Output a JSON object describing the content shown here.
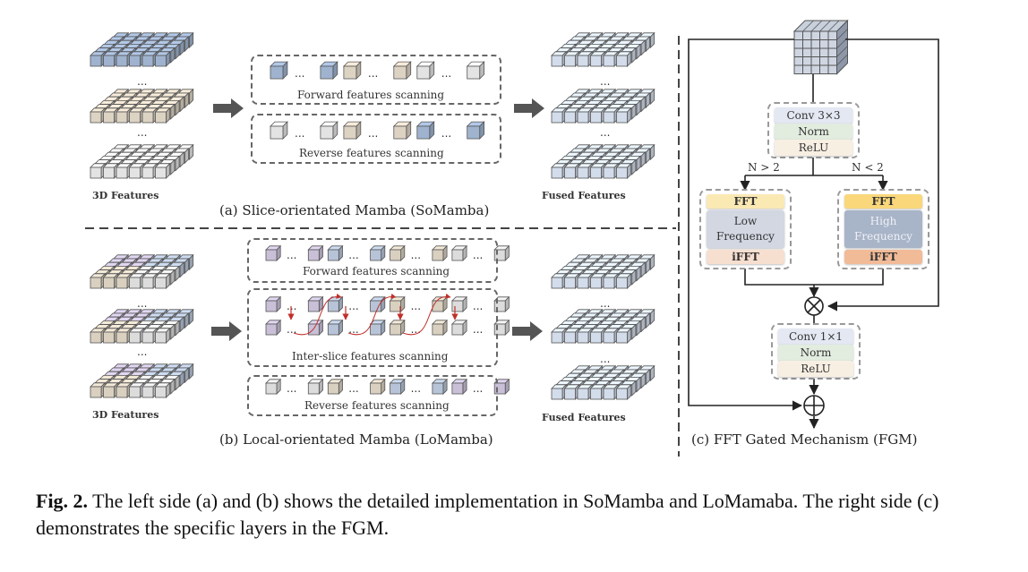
{
  "panel_a": {
    "input_label": "3D Features",
    "output_label": "Fused Features",
    "title": "(a) Slice-orientated Mamba (SoMamba)",
    "forward_label": "Forward features scanning",
    "reverse_label": "Reverse features scanning",
    "ellipsis": "...",
    "slice_colors": [
      "#9fb3cf",
      "#ddd3c3",
      "#e3e3e3"
    ],
    "forward_sequence": [
      "#9fb3cf",
      "...",
      "#9fb3cf",
      "#ddd3c3",
      "...",
      "#ddd3c3",
      "#e3e3e3",
      "...",
      "#e3e3e3"
    ],
    "reverse_sequence": [
      "#e3e3e3",
      "...",
      "#e3e3e3",
      "#ddd3c3",
      "...",
      "#ddd3c3",
      "#9fb3cf",
      "...",
      "#9fb3cf"
    ]
  },
  "panel_b": {
    "input_label": "3D Features",
    "output_label": "Fused Features",
    "title": "(b) Local-orientated Mamba (LoMamba)",
    "forward_label": "Forward features scanning",
    "interslice_label": "Inter-slice features scanning",
    "reverse_label": "Reverse features scanning",
    "forward_sequence": [
      "#c9c0d8",
      "...",
      "#c9c0d8",
      "#b7c4d8",
      "...",
      "#b7c4d8",
      "#d9d0c0",
      "...",
      "#d9d0c0",
      "#dcdcdc",
      "...",
      "#dcdcdc"
    ],
    "reverse_sequence": [
      "#dcdcdc",
      "...",
      "#dcdcdc",
      "#d9d0c0",
      "...",
      "#d9d0c0",
      "#b7c4d8",
      "...",
      "#b7c4d8",
      "#c9c0d8",
      "...",
      "#c9c0d8"
    ],
    "arrow_color": "#c0302b"
  },
  "panel_c": {
    "title": "(c) FFT Gated Mechanism (FGM)",
    "block1": [
      "Conv 3×3",
      "Norm",
      "ReLU"
    ],
    "block2": [
      "Conv 1×1",
      "Norm",
      "ReLU"
    ],
    "branch_left_condition": "N > 2",
    "branch_right_condition": "N < 2",
    "left_branch": {
      "fft": "FFT",
      "body": [
        "Low",
        "Frequency"
      ],
      "ifft": "iFFT"
    },
    "right_branch": {
      "fft": "FFT",
      "body": [
        "High",
        "Frequency"
      ],
      "ifft": "iFFT"
    },
    "multiply_symbol": "⊗",
    "add_symbol": "⊕"
  },
  "caption": {
    "label": "Fig. 2.",
    "text": " The left side (a) and (b) shows the detailed implementation in SoMamba and LoMamaba. The right side (c) demonstrates the specific layers in the FGM."
  }
}
